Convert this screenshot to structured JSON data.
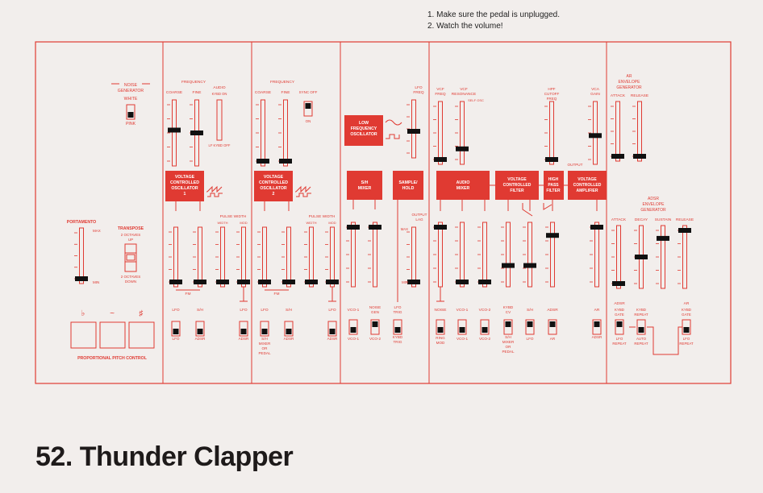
{
  "notes": [
    "1. Make sure the pedal is unplugged.",
    "2. Watch the volume!"
  ],
  "title": "52. Thunder Clapper",
  "colors": {
    "panel_red": "#e03a32",
    "background": "#f2eeec",
    "knob_black": "#111111"
  },
  "modules": {
    "noise": {
      "title1": "NOISE",
      "title2": "GENERATOR",
      "white": "WHITE",
      "pink": "PINK"
    },
    "portamento": "PORTAMENTO",
    "transpose": {
      "label": "TRANSPOSE",
      "up1": "2 OCTAVES",
      "up2": "UP",
      "down1": "2 OCTAVES",
      "down2": "DOWN"
    },
    "ppc": "PROPORTIONAL PITCH CONTROL",
    "ppc_symbols": [
      "♭",
      "~",
      "♯"
    ],
    "frequency": "FREQUENCY",
    "coarse": "COARSE",
    "fine": "FINE",
    "audio": "AUDIO",
    "kybd_on": "KYBD ON",
    "lf_kybd_off": "LF KYBD OFF",
    "sync_off": "SYNC OFF",
    "on": "ON",
    "vco1": [
      "VOLTAGE",
      "CONTROLLED",
      "OSCILLATOR",
      "1"
    ],
    "vco2": [
      "VOLTAGE",
      "CONTROLLED",
      "OSCILLATOR",
      "2"
    ],
    "pulse_width": "PULSE WIDTH",
    "width": "WIDTH",
    "mod": "MOD",
    "fm": "FM",
    "lfo": [
      "LOW",
      "FREQUENCY",
      "OSCILLATOR"
    ],
    "lfo_freq": "LFO FREQ",
    "sh_mixer": [
      "S/H",
      "MIXER"
    ],
    "sample_hold": [
      "SAMPLE/",
      "HOLD"
    ],
    "output_lag": "OUTPUT LAG",
    "vcf_freq": "VCF FREQ",
    "vcf_resonance": "VCF RESONANCE",
    "self_osc": "SELF OSC",
    "hpf_cutoff": "HPF CUTOFF FREQ",
    "vca_gain": "VCA GAIN",
    "output": "OUTPUT",
    "audio_mixer": [
      "AUDIO",
      "MIXER"
    ],
    "vcf": [
      "VOLTAGE",
      "CONTROLLED",
      "FILTER"
    ],
    "hpf": [
      "HIGH",
      "PASS",
      "FILTER"
    ],
    "vca": [
      "VOLTAGE",
      "CONTROLLED",
      "AMPLIFIER"
    ],
    "ar_env": [
      "AR",
      "ENVELOPE",
      "GENERATOR"
    ],
    "adsr_env": [
      "ADSR",
      "ENVELOPE",
      "GENERATOR"
    ],
    "attack": "ATTACK",
    "decay": "DECAY",
    "sustain": "SUSTAIN",
    "release": "RELEASE",
    "max": "MAX",
    "min": "MIN"
  },
  "slider_bottom_labels": {
    "vco1_fm_a": "LFO",
    "vco1_fm_b": "S/H",
    "vco1_pw": "LFO",
    "vco2_fm_a": "LFO",
    "vco2_fm_b": "S/H",
    "vco2_pw": "LFO",
    "sh_a": "VCO-1",
    "sh_b": "NOISE GEN",
    "sh_trig": "LFO TRIG",
    "mix_1": "NOISE",
    "mix_2": "VCO-1",
    "mix_3": "VCO-2",
    "vcf_1": "KYBD CV",
    "vcf_2": "S/H",
    "vcf_3": "ADSR",
    "vca_1": "AR",
    "adsr_gate": "ADSR",
    "ar_gate": "AR"
  },
  "switch_bottom_labels": {
    "vco1_fm_a": "LFO",
    "vco1_fm_b": "ADSR",
    "vco1_pw": "ADSR",
    "vco2_fm_a": "S/H MIXER OR PEDAL",
    "vco2_fm_b": "ADSR",
    "vco2_pw": "ADSR",
    "sh_a": "VCO-1",
    "sh_b": "VCO-2",
    "sh_trig": "KYBD TRIG",
    "mix_1": "RING MOD",
    "mix_2": "VCO-1",
    "mix_3": "VCO-2",
    "vcf_1": "S/H MIXER OR PEDAL",
    "vcf_2": "LFO",
    "vcf_3": "AR",
    "vca_1": "ADSR",
    "adsr_gate_top": "KYBD GATE",
    "adsr_gate_bot": "LFO REPEAT",
    "auto_top": "KYBD REPEAT",
    "auto_bot": "AUTO REPEAT",
    "ar_gate_top": "KYBD GATE",
    "ar_gate_bot": "LFO REPEAT"
  },
  "slider_levels": {
    "portamento": 0.0,
    "vco1_coarse": 0.55,
    "vco1_fine": 0.5,
    "vco2_coarse": 0.0,
    "vco2_fine": 0.0,
    "vco1_fm_a": 0.0,
    "vco1_fm_b": 0.0,
    "vco1_pw_width": 0.0,
    "vco1_pw_mod": 0.0,
    "vco2_fm_a": 0.0,
    "vco2_fm_b": 0.0,
    "vco2_pw_width": 0.0,
    "vco2_pw_mod": 0.0,
    "lfo_freq": 0.45,
    "sh_a": 1.0,
    "sh_b": 1.0,
    "sh_lag": 0.0,
    "vcf_freq": 0.0,
    "vcf_res": 0.2,
    "hpf": 0.0,
    "vca_gain": 0.45,
    "mix_noise": 1.0,
    "mix_vco1": 0.0,
    "mix_vco2": 0.0,
    "vcf_kybd": 0.3,
    "vcf_sh": 0.3,
    "vcf_adsr": 0.85,
    "vca_ar": 1.0,
    "ar_attack": 0.0,
    "ar_release": 0.0,
    "adsr_attack": 0.0,
    "adsr_decay": 0.5,
    "adsr_sustain": 0.85,
    "adsr_release": 1.0
  }
}
